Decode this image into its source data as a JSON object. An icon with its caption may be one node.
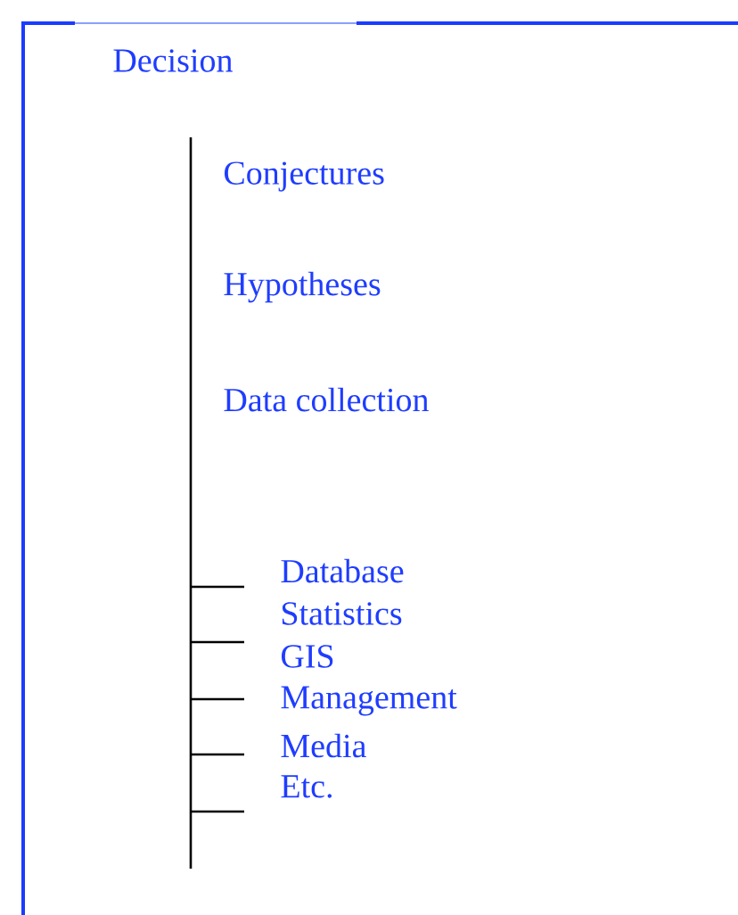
{
  "diagram": {
    "title": "Decision",
    "labels": [
      "Conjectures",
      "Hypotheses",
      "Data collection",
      "Database",
      "Statistics",
      "GIS",
      "Management",
      "Media",
      "Etc."
    ]
  }
}
